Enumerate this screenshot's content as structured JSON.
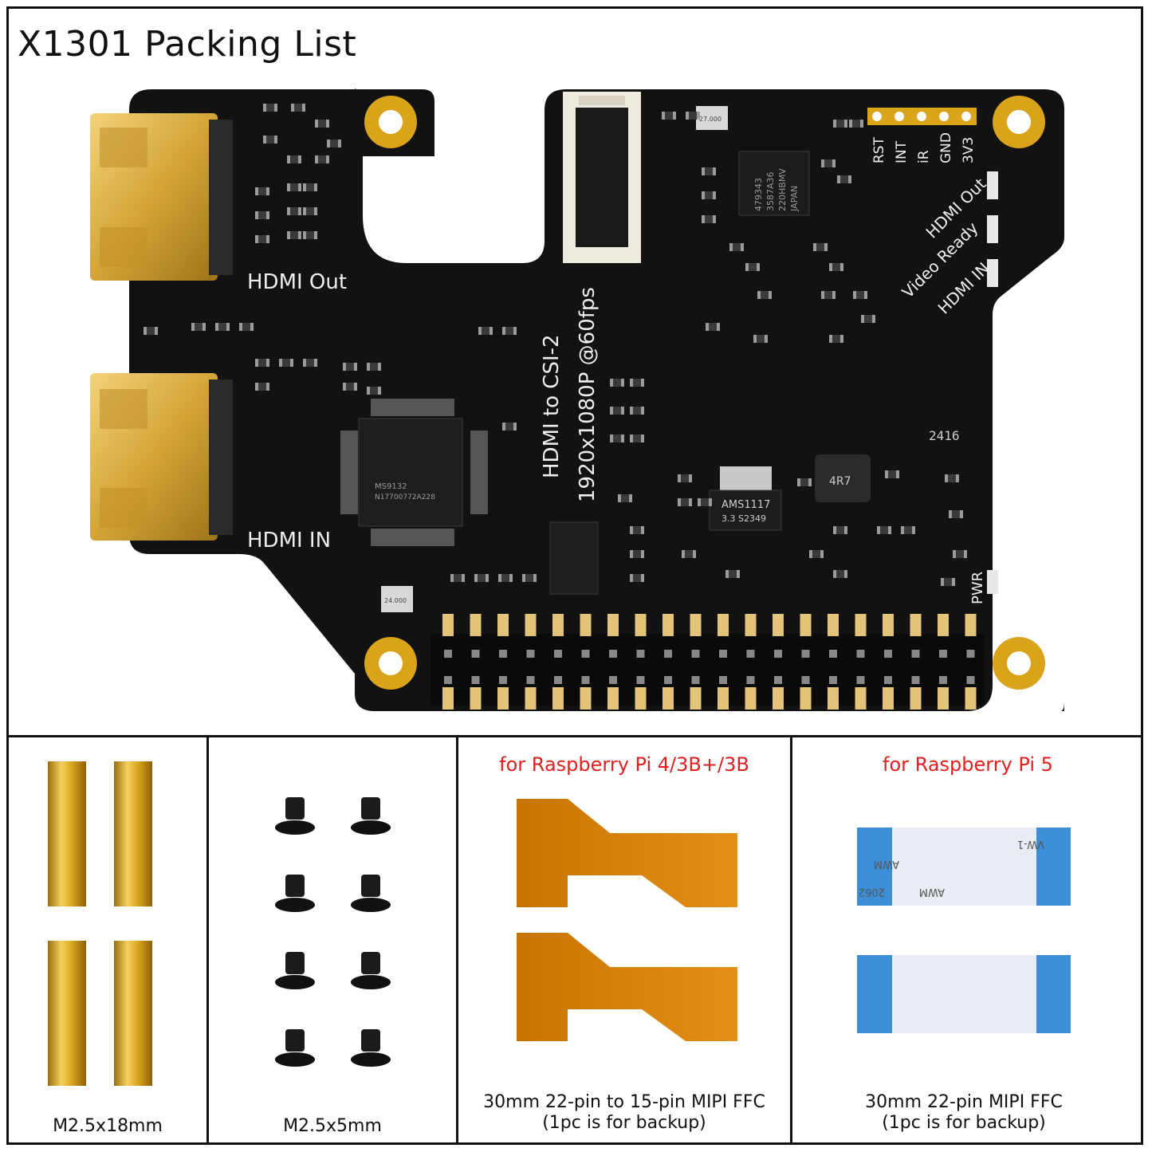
{
  "title": "X1301 Packing List",
  "board": {
    "labels": {
      "hdmi_out": "HDMI Out",
      "hdmi_in": "HDMI IN",
      "main_text_1": "HDMI to CSI-2",
      "main_text_2": "1920x1080P @60fps",
      "pins": [
        "RST",
        "INT",
        "iR",
        "GND",
        "3V3"
      ],
      "leds": [
        "HDMI Out",
        "Video Ready",
        "HDMI IN"
      ],
      "pwr": "PWR",
      "date_code": "2416",
      "regulator": "AMS1117",
      "regulator_sub": "3.3  S2349",
      "inductor": "4R7",
      "chip_main": "MS9132",
      "chip_main_sub": "N17700772A228",
      "chip_ic": "479343",
      "chip_ic_sub": "3587A36",
      "chip_ic_sub2": "220HBMV",
      "chip_ic_sub3": "JAPAN",
      "crystal_top": "27.000",
      "crystal_bottom": "24.000"
    },
    "colors": {
      "pcb": "#111111",
      "gold": "#d9a31a",
      "silk": "#e8e8e8"
    }
  },
  "items": [
    {
      "header": "",
      "caption": "M2.5x18mm",
      "caption2": ""
    },
    {
      "header": "",
      "caption": "M2.5x5mm",
      "caption2": ""
    },
    {
      "header": "for Raspberry Pi 4/3B+/3B",
      "caption": "30mm 22-pin to 15-pin MIPI FFC",
      "caption2": "(1pc is for backup)"
    },
    {
      "header": "for Raspberry Pi 5",
      "caption": "30mm 22-pin MIPI FFC",
      "caption2": "(1pc is for backup)"
    }
  ],
  "ffc_markings": {
    "top": "VW-1",
    "mid": "AWM",
    "bottom": "2062",
    "bottom2": "AWM"
  },
  "accent_red": "#e21f1f"
}
